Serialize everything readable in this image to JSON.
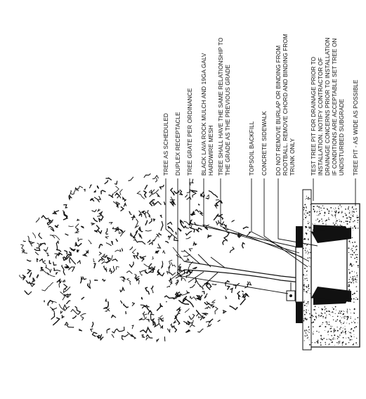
{
  "notes": [
    {
      "lines": [
        "TREE AS SCHEDULED"
      ]
    },
    {
      "lines": [
        "DUPLEX RECEPTACLE"
      ]
    },
    {
      "lines": [
        "TREE GRATE PER ORDINANCE"
      ]
    },
    {
      "lines": [
        "BLACK LAVA ROCK MULCH AND 19GA GALV",
        "HARDWIRE MESH"
      ]
    },
    {
      "lines": [
        "TREE SHALL HAVE THE SAME RELATIONSHIP TO",
        "THE GRADE AS THE PREVIOUS GRADE"
      ]
    },
    {
      "lines": [
        "TOPSOIL BACKFILL"
      ]
    },
    {
      "lines": [
        "CONCRETE SIDEWALK"
      ]
    },
    {
      "lines": [
        "DO NOT REMOVE BURLAP OR BINDING FROM",
        "ROOTBALL. REMOVE CHORD AND BINDING FROM",
        "TRUNK ONLY"
      ]
    },
    {
      "lines": [
        "TEST TREE PIT FOR DRAINAGE PRIOR TO",
        "INSTALLATION. NOTIFY CONTRACTOR OF",
        "DRAINAGE CONCERNS PRIOR TO INSTALLATION",
        "IF CONDITIONS ARE ACCEPTABLE SET TREE ON",
        "UNDISTURBED SUBGRADE"
      ]
    },
    {
      "lines": [
        "TREE PIT - AS WIDE AS POSSIBLE"
      ]
    }
  ]
}
